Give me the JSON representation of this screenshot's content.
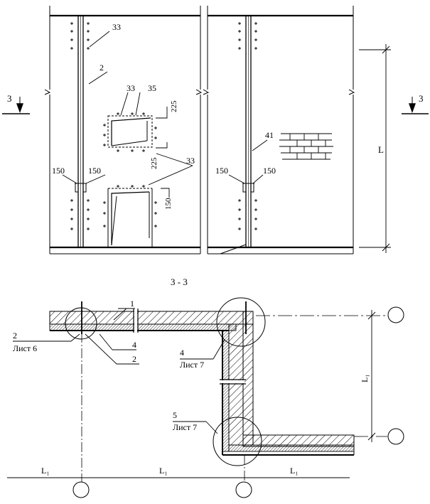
{
  "elevation": {
    "section_marker_left": "3",
    "section_marker_right": "3",
    "callouts": {
      "c33_top": "33",
      "c2": "2",
      "c33_mid": "33",
      "c35": "35",
      "c225_top": "225",
      "c225_mid": "225",
      "c33_right": "33",
      "c150_a": "150",
      "c150_b": "150",
      "c150_rot": "150",
      "c41": "41",
      "c150_c": "150",
      "c150_d": "150",
      "dim_L": "L"
    }
  },
  "section": {
    "title": "3 - 3",
    "labels": {
      "l1": "1",
      "l2_num": "2",
      "l2_sheet": "Лист 6",
      "l4_a": "4",
      "l2_b": "2",
      "l4_num": "4",
      "l4_sheet": "Лист 7",
      "l5_num": "5",
      "l5_sheet": "Лист 7",
      "dim_L1_vertical": "L₁",
      "dim_L1_a": "L₁",
      "dim_L1_b": "L₁",
      "dim_L1_c": "L₁"
    }
  }
}
